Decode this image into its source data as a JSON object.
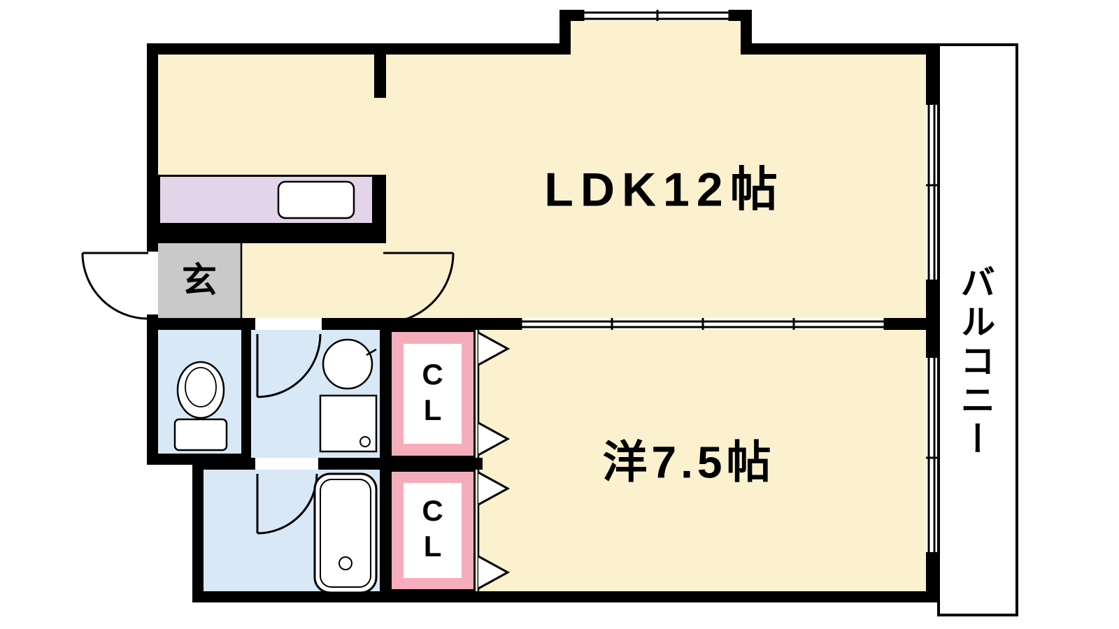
{
  "rooms": {
    "ldk": {
      "label": "LDK12帖"
    },
    "western": {
      "label": "洋7.5帖"
    },
    "balcony": {
      "label": "バルコニー"
    },
    "entrance": {
      "label": "玄"
    },
    "closet_upper": {
      "label": "CL"
    },
    "closet_lower": {
      "label": "CL"
    }
  },
  "colors": {
    "wall": "#000000",
    "room_cream": "#FBF1CE",
    "wet_area_blue": "#D9E8F6",
    "closet_pink": "#F6ADBB",
    "kitchen_counter_lavender": "#E4D4EA",
    "entrance_gray": "#C9C9C9",
    "fixture_white": "#FFFFFF"
  }
}
